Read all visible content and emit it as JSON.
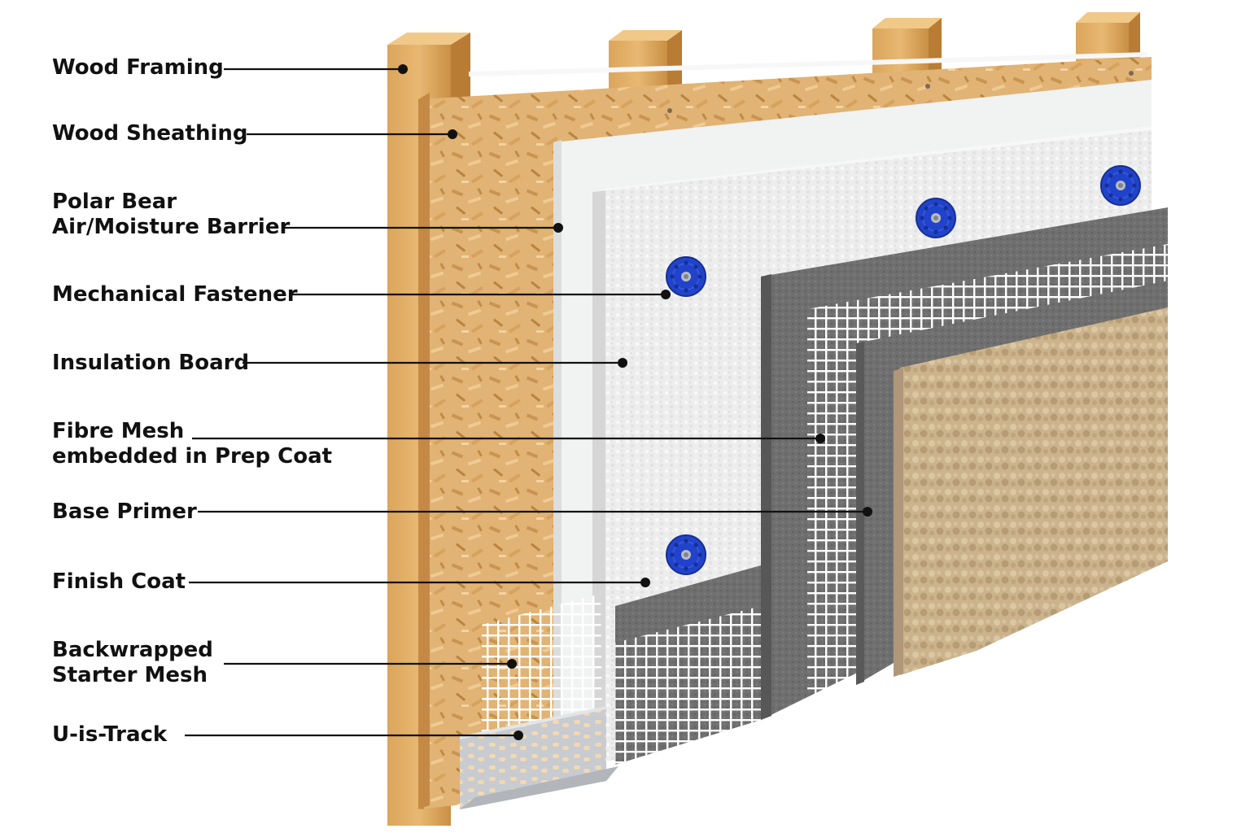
{
  "diagram": {
    "callouts": [
      {
        "id": "wood-framing",
        "lines": [
          "Wood Framing"
        ]
      },
      {
        "id": "wood-sheathing",
        "lines": [
          "Wood Sheathing"
        ]
      },
      {
        "id": "air-moisture-barrier",
        "lines": [
          "Polar Bear",
          "Air/Moisture Barrier"
        ]
      },
      {
        "id": "mechanical-fastener",
        "lines": [
          "Mechanical Fastener"
        ]
      },
      {
        "id": "insulation-board",
        "lines": [
          "Insulation Board"
        ]
      },
      {
        "id": "fibre-mesh",
        "lines": [
          "Fibre Mesh",
          "embedded in Prep Coat"
        ]
      },
      {
        "id": "base-primer",
        "lines": [
          "Base Primer"
        ]
      },
      {
        "id": "finish-coat",
        "lines": [
          "Finish Coat"
        ]
      },
      {
        "id": "starter-mesh",
        "lines": [
          "Backwrapped",
          "Starter Mesh"
        ]
      },
      {
        "id": "u-track",
        "lines": [
          "U-is-Track"
        ]
      }
    ],
    "colors": {
      "wood": "#d9a35a",
      "osb": "#e2b476",
      "barrier": "#f1f2f2",
      "insulation": "#ebebeb",
      "fastener": "#1f3fc4",
      "base_coat": "#6d6d6d",
      "mesh": "#ffffff",
      "finish": "#cdb690",
      "track": "#c9ccd0",
      "leader": "#111111"
    }
  }
}
